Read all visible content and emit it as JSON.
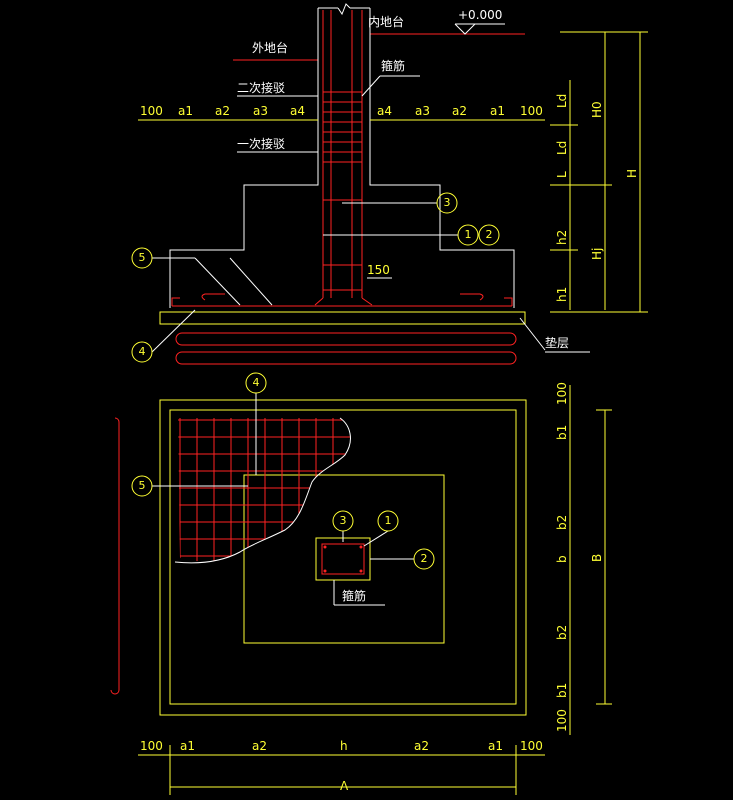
{
  "section": {
    "elevation": "+0.000",
    "inner_ground": "内地台",
    "outer_ground": "外地台",
    "tie": "箍筋",
    "second_pour": "二次接驳",
    "first_pour": "一次接驳",
    "cover": "150",
    "cushion": "垫层",
    "dims_left": [
      "100",
      "a1",
      "a2",
      "a3",
      "a4"
    ],
    "dims_right": [
      "a4",
      "a3",
      "a2",
      "a1",
      "100"
    ],
    "vert_dims": [
      "Ld",
      "Ld",
      "L",
      "h2",
      "h1"
    ],
    "vert_dims2": [
      "H0",
      "Hj"
    ],
    "total_height": "H"
  },
  "plan": {
    "tie": "箍筋",
    "bottom_dims": [
      "100",
      "a1",
      "a2",
      "h",
      "a2",
      "a1",
      "100"
    ],
    "total_width": "A",
    "right_dims": [
      "100",
      "b1",
      "b2",
      "b",
      "b2",
      "b1",
      "100"
    ],
    "total_depth": "B"
  },
  "callouts": [
    "1",
    "2",
    "3",
    "4",
    "5"
  ]
}
